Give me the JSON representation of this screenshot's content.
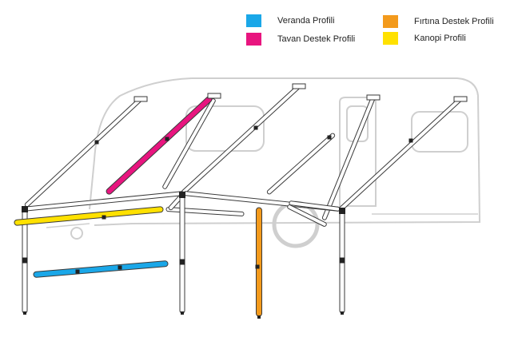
{
  "legend": [
    {
      "label": "Veranda Profili",
      "color": "#1aa7e8"
    },
    {
      "label": "Tavan Destek Profili",
      "color": "#e8157f"
    },
    {
      "label": "Fırtına Destek Profili",
      "color": "#f39a1c"
    },
    {
      "label": "Kanopi Profili",
      "color": "#ffe100"
    }
  ],
  "colors": {
    "caravan_outline": "#cfcfcf",
    "frame_outline": "#3a3a3a",
    "frame_fill": "#ffffff",
    "joint": "#222222"
  }
}
